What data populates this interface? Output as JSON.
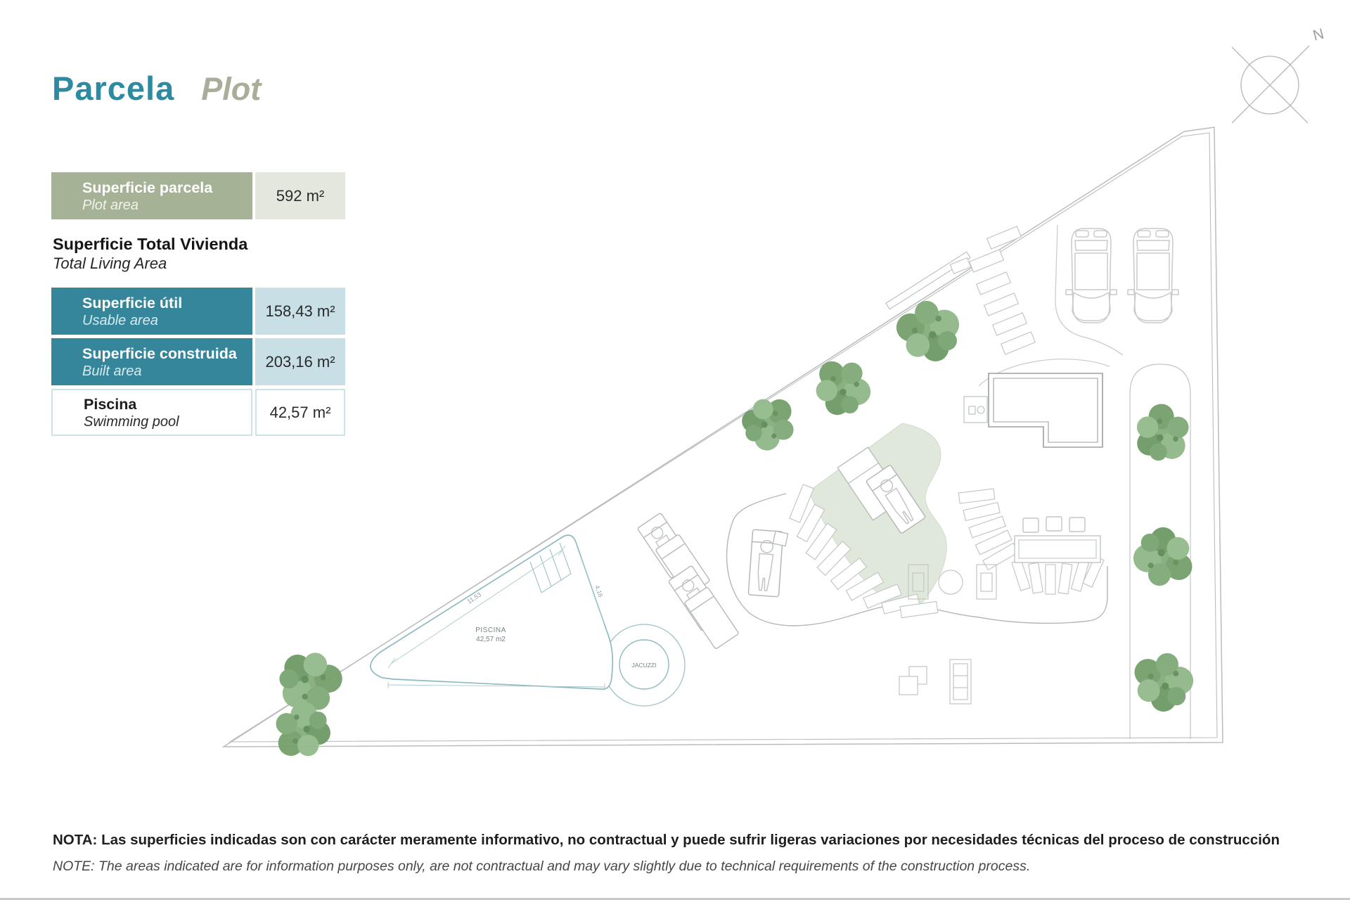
{
  "title": {
    "es": "Parcela",
    "en": "Plot"
  },
  "area_table": {
    "plot_row": {
      "label_es": "Superficie parcela",
      "label_en": "Plot area",
      "value": "592 m²"
    },
    "living_heading": {
      "es": "Superficie Total Vivienda",
      "en": "Total Living Area"
    },
    "usable_row": {
      "label_es": "Superficie útil",
      "label_en": "Usable area",
      "value": "158,43 m²"
    },
    "built_row": {
      "label_es": "Superficie construida",
      "label_en": "Built area",
      "value": "203,16 m²"
    },
    "pool_row": {
      "label_es": "Piscina",
      "label_en": "Swimming pool",
      "value": "42,57 m²"
    }
  },
  "plan": {
    "compass_label": "N",
    "pool_label": "PISCINA",
    "pool_area": "42,57 m2",
    "jacuzzi_label": "JACUZZI",
    "dim_long": "11,53",
    "dim_short": "4,16"
  },
  "note": {
    "es": "NOTA: Las superficies indicadas son con carácter meramente informativo, no contractual y puede sufrir ligeras variaciones por necesidades técnicas del proceso de construcción",
    "en": "NOTE: The areas indicated are for information purposes only, are not contractual and may vary slightly due to technical requirements of the construction process."
  },
  "colors": {
    "accent_teal": "#35869b",
    "sage": "#a6b295",
    "value_green_bg": "#e4e7de",
    "value_blue_bg": "#c7dfe5",
    "pool_stroke": "#8ebac0",
    "lawn_fill": "#dfe8db"
  }
}
